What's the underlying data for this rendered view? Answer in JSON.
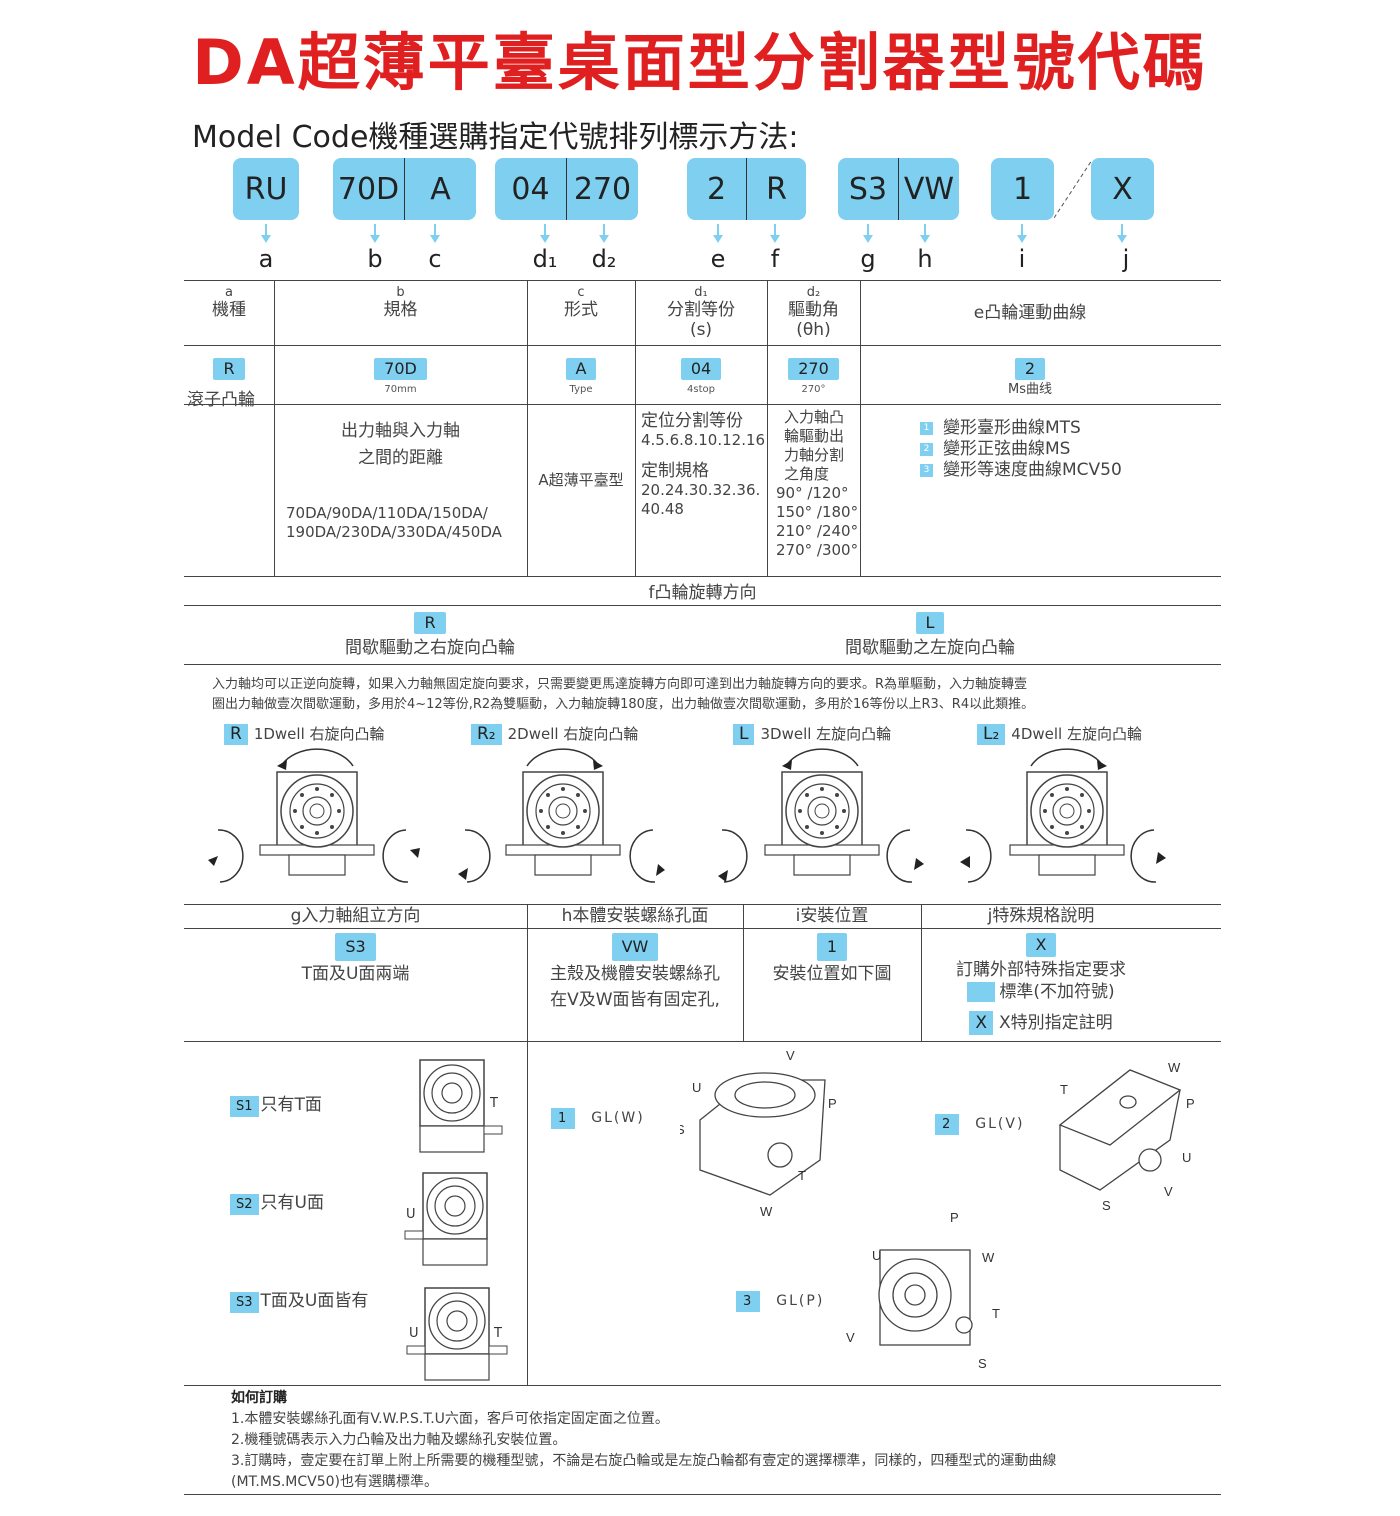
{
  "title": "DA超薄平臺桌面型分割器型號代碼",
  "subtitle": "Model Code機種選購指定代號排列標示方法:",
  "code_boxes": [
    {
      "parts": [
        "RU"
      ]
    },
    {
      "parts": [
        "70D",
        "A"
      ]
    },
    {
      "parts": [
        "04",
        "270"
      ]
    },
    {
      "parts": [
        "2",
        "R"
      ]
    },
    {
      "parts": [
        "S3",
        "VW"
      ]
    },
    {
      "parts": [
        "1"
      ]
    },
    {
      "parts": [
        "X"
      ]
    }
  ],
  "code_letters": [
    "a",
    "b",
    "c",
    "d₁",
    "d₂",
    "e",
    "f",
    "g",
    "h",
    "i",
    "j"
  ],
  "table1": {
    "headers": {
      "a": [
        "a",
        "機種"
      ],
      "b": [
        "b",
        "規格"
      ],
      "c": [
        "c",
        "形式"
      ],
      "d1": [
        "d₁",
        "分割等份",
        "(s)"
      ],
      "d2": [
        "d₂",
        "驅動角",
        "(θh)"
      ],
      "e": "e凸輪運動曲線"
    },
    "codes": {
      "a": {
        "tag": "R",
        "label": "滾子凸輪"
      },
      "b": {
        "tag": "70D",
        "sub": "70mm"
      },
      "c": {
        "tag": "A",
        "sub": "Type"
      },
      "d1": {
        "tag": "04",
        "sub": "4stop"
      },
      "d2": {
        "tag": "270",
        "sub": "270°"
      },
      "e": {
        "tag": "2",
        "sub": "Ms曲线"
      }
    },
    "desc": {
      "b_line1": "出力軸與入力軸",
      "b_line2": "之間的距離",
      "b_models1": "70DA/90DA/110DA/150DA/",
      "b_models2": "190DA/230DA/330DA/450DA",
      "c": "A超薄平臺型",
      "d1_l1": "定位分割等份",
      "d1_l2": "4.5.6.8.10.12.16",
      "d1_l3": "定制規格",
      "d1_l4": "20.24.30.32.36.",
      "d1_l5": "40.48",
      "d2_l1": "入力軸凸",
      "d2_l2": "輪驅動出",
      "d2_l3": "力軸分割",
      "d2_l4": "之角度",
      "d2_l5": "90° /120°",
      "d2_l6": "150° /180°",
      "d2_l7": "210° /240°",
      "d2_l8": "270° /300°",
      "curves": [
        {
          "n": "1",
          "label": "變形臺形曲線MTS"
        },
        {
          "n": "2",
          "label": "變形正弦曲線MS"
        },
        {
          "n": "3",
          "label": "變形等速度曲線MCV50"
        }
      ]
    }
  },
  "rotation": {
    "header": "f凸輪旋轉方向",
    "right_tag": "R",
    "right_label": "間歇驅動之右旋向凸輪",
    "left_tag": "L",
    "left_label": "間歇驅動之左旋向凸輪",
    "note1": "入力軸均可以正逆向旋轉，如果入力軸無固定旋向要求，只需要變更馬達旋轉方向即可達到出力軸旋轉方向的要求。R為單驅動，入力軸旋轉壹",
    "note2": "圈出力軸做壹次間歇運動，多用於4~12等份,R2為雙驅動，入力軸旋轉180度，出力軸做壹次間歇運動，多用於16等份以上R3、R4以此類推。",
    "types": [
      {
        "tag": "R",
        "label": "1Dwell 右旋向凸輪"
      },
      {
        "tag": "R₂",
        "label": "2Dwell 右旋向凸輪"
      },
      {
        "tag": "L",
        "label": "3Dwell 左旋向凸輪"
      },
      {
        "tag": "L₂",
        "label": "4Dwell 左旋向凸輪"
      }
    ]
  },
  "table2": {
    "headers": [
      "g入力軸組立方向",
      "h本體安裝螺絲孔面",
      "i安裝位置",
      "j特殊規格說明"
    ],
    "g": {
      "tag": "S3",
      "text": "T面及U面兩端"
    },
    "h": {
      "tag": "VW",
      "line1": "主殼及機體安裝螺絲孔",
      "line2": "在V及W面皆有固定孔,"
    },
    "i": {
      "tag": "1",
      "text": "安裝位置如下圖"
    },
    "j": {
      "tag": "X",
      "line1": "訂購外部特殊指定要求",
      "line2": "標準(不加符號)",
      "xlabel": "X特別指定註明"
    }
  },
  "mount": {
    "s": [
      {
        "tag": "S1",
        "label": "只有T面"
      },
      {
        "tag": "S2",
        "label": "只有U面"
      },
      {
        "tag": "S3",
        "label": "T面及U面皆有"
      }
    ],
    "positions": [
      {
        "n": "1",
        "label": "GL(W)"
      },
      {
        "n": "2",
        "label": "GL(V)"
      },
      {
        "n": "3",
        "label": "GL(P)"
      }
    ],
    "face_letters": {
      "t": "T",
      "u": "U",
      "v": "V",
      "w": "W",
      "p": "P",
      "s": "S"
    }
  },
  "order": {
    "heading": "如何訂購",
    "l1": "1.本體安裝螺絲孔面有V.W.P.S.T.U六面，客戶可依指定固定面之位置。",
    "l2": "2.機種號碼表示入力凸輪及出力軸及螺絲孔安裝位置。",
    "l3": "3.訂購時，壹定要在訂單上附上所需要的機種型號，不論是右旋凸輪或是左旋凸輪都有壹定的選擇標準，同樣的，四種型式的運動曲線",
    "l4": "(MT.MS.MCV50)也有選購標準。"
  },
  "colors": {
    "accent": "#7fcff0",
    "title": "#e02020"
  }
}
